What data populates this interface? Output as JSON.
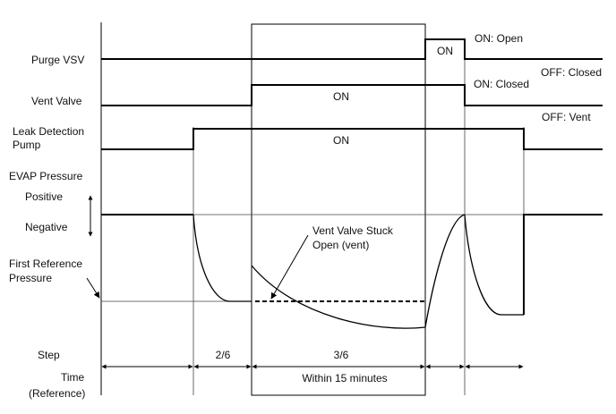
{
  "signals": {
    "purge_vsv": "Purge VSV",
    "vent_valve": "Vent Valve",
    "pump_line1": "Leak Detection",
    "pump_line2": "Pump",
    "evap_pressure": "EVAP Pressure",
    "positive": "Positive",
    "negative": "Negative",
    "first_ref_line1": "First Reference",
    "first_ref_line2": "Pressure"
  },
  "states": {
    "on": "ON",
    "on_open": "ON: Open",
    "off_closed": "OFF: Closed",
    "on_closed": "ON: Closed",
    "off_vent": "OFF: Vent"
  },
  "annotation": {
    "line1": "Vent Valve Stuck",
    "line2": "Open (vent)"
  },
  "footer": {
    "step": "Step",
    "time": "Time",
    "reference": "(Reference)",
    "step_2": "2/6",
    "step_3": "3/6",
    "within": "Within 15 minutes"
  }
}
